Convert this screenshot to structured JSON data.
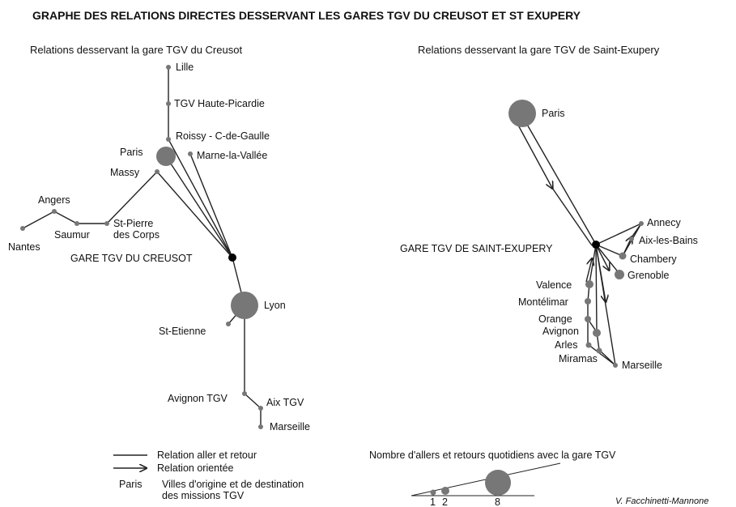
{
  "title": "GRAPHE DES RELATIONS DIRECTES DESSERVANT LES GARES TGV DU CREUSOT ET ST EXUPERY",
  "left": {
    "subtitle": "Relations desservant la gare TGV du Creusot",
    "hub": "GARE TGV DU CREUSOT",
    "stations": {
      "lille": "Lille",
      "haute_picardie": "TGV Haute-Picardie",
      "roissy": "Roissy - C-de-Gaulle",
      "paris": "Paris",
      "marne": "Marne-la-Vallée",
      "massy": "Massy",
      "angers": "Angers",
      "saumur": "Saumur",
      "nantes": "Nantes",
      "st_pierre_1": "St-Pierre",
      "st_pierre_2": "des Corps",
      "lyon": "Lyon",
      "st_etienne": "St-Etienne",
      "avignon_tgv": "Avignon TGV",
      "aix_tgv": "Aix TGV",
      "marseille": "Marseille"
    }
  },
  "right": {
    "subtitle": "Relations desservant la gare TGV de Saint-Exupery",
    "hub": "GARE TGV DE SAINT-EXUPERY",
    "stations": {
      "paris": "Paris",
      "annecy": "Annecy",
      "aix_les_bains": "Aix-les-Bains",
      "chambery": "Chambery",
      "grenoble": "Grenoble",
      "valence": "Valence",
      "montelimar": "Montélimar",
      "orange": "Orange",
      "avignon": "Avignon",
      "arles": "Arles",
      "miramas": "Miramas",
      "marseille": "Marseille"
    }
  },
  "legend": {
    "two_way": "Relation aller et retour",
    "oriented": "Relation orientée",
    "example_city": "Paris",
    "cities_line1": "Villes d'origine et de destination",
    "cities_line2": "des missions TGV"
  },
  "size_legend": {
    "title": "Nombre d'allers et retours quotidiens avec la gare TGV",
    "values": [
      "1",
      "2",
      "8"
    ]
  },
  "credit": "V. Facchinetti-Mannone",
  "colors": {
    "node": "#777777",
    "hub": "#000000",
    "line": "#222222"
  }
}
